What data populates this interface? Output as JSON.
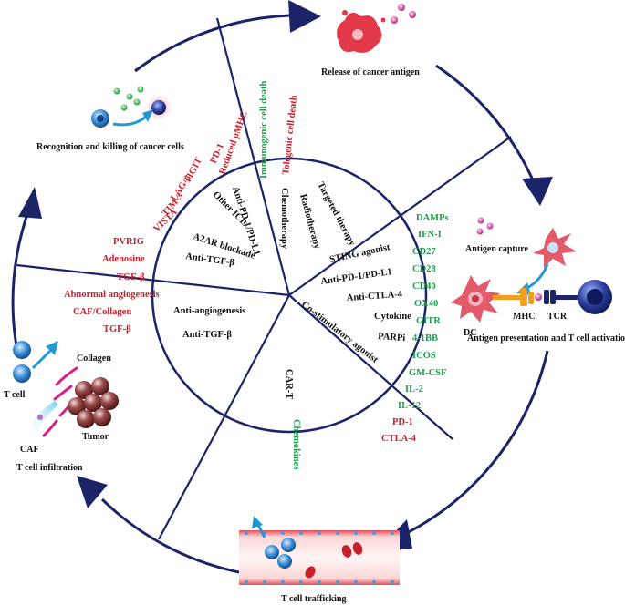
{
  "stages": {
    "release": "Release of cancer antigen",
    "capture": "Antigen capture",
    "presentation": "Antigen presentation and T cell activation",
    "dc": "DC",
    "mhc": "MHC",
    "tcr": "TCR",
    "trafficking": "T cell trafficking",
    "infiltration": "T cell infiltration",
    "collagen": "Collagen",
    "tcell": "T cell",
    "caf": "CAF",
    "tumor": "Tumor",
    "recognition": "Recognition and killing of cancer cells"
  },
  "inner": {
    "chemotherapy": "Chemotherapy",
    "radiotherapy": "Radiotherapy",
    "targeted": "Targeted therapy",
    "antipd1_top": "Anti-PD-1/PD-L1",
    "other_icis": "Other ICIs",
    "a2ar": "A2AR blockade",
    "antitgfb_top": "Anti-TGF-β",
    "antiangio": "Anti-angiogenesis",
    "antitgfb_left": "Anti-TGF-β",
    "sting": "STING agonist",
    "antipd1_right": "Anti-PD-1/PD-L1",
    "antictla4": "Anti-CTLA-4",
    "cytokine": "Cytokine",
    "parpi": "PARPi",
    "costim": "Co-stimulatory agonist",
    "cart": "CAR-T"
  },
  "outer": {
    "immunogenic": "Immunogenic cell death",
    "tolerogenic": "Tolegenic cell death",
    "chemokines": "Chemokines",
    "top_left_red": [
      "Reduced pMHC",
      "PD-1",
      "TIGIT",
      "LAG-3",
      "TIM-3",
      "VISTA",
      "PVRIG",
      "Adenosine",
      "TGF-β"
    ],
    "left_red": [
      "Abnormal angiogenesis",
      "CAF/Collagen",
      "TGF-β"
    ],
    "right_green": [
      "DAMPs",
      "IFN-I",
      "CD27",
      "CD28",
      "CD40",
      "OX40",
      "GITR",
      "4-1BB",
      "ICOS",
      "GM-CSF",
      "IL-2",
      "IL-12"
    ],
    "right_red": [
      "PD-1",
      "CTLA-4"
    ]
  },
  "colors": {
    "navy": "#1b2466",
    "red": "#c8202b",
    "green": "#18a24b",
    "orange": "#f0a01e",
    "vessel": "#e85a5a"
  }
}
